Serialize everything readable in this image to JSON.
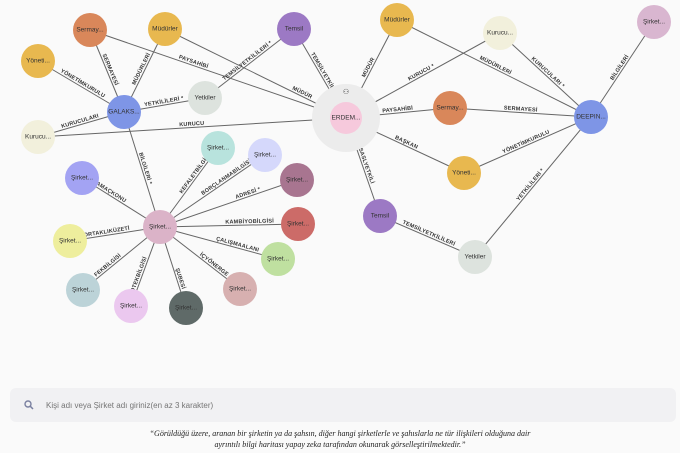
{
  "graph": {
    "nodes": [
      {
        "id": "sermaye1",
        "label": "Sermay...",
        "color": "#d9875a"
      },
      {
        "id": "mudurler1",
        "label": "Müdürler",
        "color": "#e8b84f"
      },
      {
        "id": "temsil1",
        "label": "Temsil",
        "color": "#9c79c4"
      },
      {
        "id": "yonetim1",
        "label": "Yöneti...",
        "color": "#e8b84f"
      },
      {
        "id": "galaks",
        "label": "GALAKS...",
        "color": "#7e95e6"
      },
      {
        "id": "yetkiler1",
        "label": "Yetkiler",
        "color": "#dde3de"
      },
      {
        "id": "kurucu1",
        "label": "Kurucu...",
        "color": "#f2f0dc"
      },
      {
        "id": "erdem",
        "label": "ERDEM...",
        "color": "#f6c9dc"
      },
      {
        "id": "mudurler2",
        "label": "Müdürler",
        "color": "#e8b84f"
      },
      {
        "id": "kurucu2",
        "label": "Kurucu...",
        "color": "#f2f0dc"
      },
      {
        "id": "sirket_top",
        "label": "Şirket...",
        "color": "#d9b6d0"
      },
      {
        "id": "sermaye2",
        "label": "Sermay...",
        "color": "#d9875a"
      },
      {
        "id": "deepin",
        "label": "DEEPIN...",
        "color": "#7e95e6"
      },
      {
        "id": "yonetim2",
        "label": "Yöneti...",
        "color": "#e8b84f"
      },
      {
        "id": "temsil2",
        "label": "Temsil",
        "color": "#9c79c4"
      },
      {
        "id": "yetkiler2",
        "label": "Yetkiler",
        "color": "#dde3de"
      },
      {
        "id": "sirket",
        "label": "Şirket...",
        "color": "#dbb3c8"
      },
      {
        "id": "s1",
        "label": "Şirket...",
        "color": "#b8e3dd"
      },
      {
        "id": "s2",
        "label": "Şirket...",
        "color": "#d5d8fb"
      },
      {
        "id": "s3",
        "label": "Şirket...",
        "color": "#a87590"
      },
      {
        "id": "s4",
        "label": "Şirket...",
        "color": "#cc6b68"
      },
      {
        "id": "s5",
        "label": "Şirket...",
        "color": "#bfe0a0"
      },
      {
        "id": "s6",
        "label": "Şirket...",
        "color": "#d7b0b0"
      },
      {
        "id": "s7",
        "label": "Şirket...",
        "color": "#5f6a68"
      },
      {
        "id": "s8",
        "label": "Şirket...",
        "color": "#ebc8ef"
      },
      {
        "id": "s9",
        "label": "Şirket...",
        "color": "#bcd3d8"
      },
      {
        "id": "s10",
        "label": "Şirket...",
        "color": "#eeee9d"
      },
      {
        "id": "s11",
        "label": "Şirket...",
        "color": "#a3a3f3"
      }
    ],
    "edges": [
      {
        "from": "galaks",
        "to": "sermaye1",
        "label": "SERMAYESİ"
      },
      {
        "from": "galaks",
        "to": "mudurler1",
        "label": "MÜDÜRLERİ"
      },
      {
        "from": "galaks",
        "to": "yonetim1",
        "label": "YÖNETİMKURULU"
      },
      {
        "from": "galaks",
        "to": "yetkiler1",
        "label": "YETKİLİLERİ *"
      },
      {
        "from": "galaks",
        "to": "kurucu1",
        "label": "KURUCULARI"
      },
      {
        "from": "galaks",
        "to": "sirket",
        "label": "BİLGİLERİ *"
      },
      {
        "from": "erdem",
        "to": "sermaye1",
        "label": "PAYSAHİBİ"
      },
      {
        "from": "erdem",
        "to": "mudurler1",
        "label": "MÜDÜR"
      },
      {
        "from": "yetkiler1",
        "to": "temsil1",
        "label": "TEMSİLYETKİLİLERİ *"
      },
      {
        "from": "erdem",
        "to": "temsil1",
        "label": "TEMSİLYETKİLİ"
      },
      {
        "from": "erdem",
        "to": "kurucu1",
        "label": "KURUCU"
      },
      {
        "from": "erdem",
        "to": "mudurler2",
        "label": "MÜDÜR"
      },
      {
        "from": "erdem",
        "to": "kurucu2",
        "label": "KURUCU *"
      },
      {
        "from": "erdem",
        "to": "sermaye2",
        "label": "PAYSAHİBİ"
      },
      {
        "from": "erdem",
        "to": "yonetim2",
        "label": "BAŞKAN"
      },
      {
        "from": "erdem",
        "to": "temsil2",
        "label": "SASLYETKİLİ"
      },
      {
        "from": "deepin",
        "to": "mudurler2",
        "label": "MÜDÜRLERİ"
      },
      {
        "from": "deepin",
        "to": "kurucu2",
        "label": "KURUCULARI *"
      },
      {
        "from": "deepin",
        "to": "sirket_top",
        "label": "BİLGİLERİ"
      },
      {
        "from": "deepin",
        "to": "sermaye2",
        "label": "SERMAYESİ"
      },
      {
        "from": "deepin",
        "to": "yonetim2",
        "label": "YÖNETİMKURULU"
      },
      {
        "from": "deepin",
        "to": "yetkiler2",
        "label": "YETKİLİLERİ *"
      },
      {
        "from": "temsil2",
        "to": "yetkiler2",
        "label": "TEMSİLYETKİLİLERİ"
      },
      {
        "from": "sirket",
        "to": "s1",
        "label": "KEFALETBİLGİSİ"
      },
      {
        "from": "sirket",
        "to": "s2",
        "label": "BORÇLANMABİLGİSİ"
      },
      {
        "from": "sirket",
        "to": "s3",
        "label": "ADRESİ *"
      },
      {
        "from": "sirket",
        "to": "s4",
        "label": "KAMBİYOBİLGİSİ"
      },
      {
        "from": "sirket",
        "to": "s5",
        "label": "ÇALIŞMAALANI"
      },
      {
        "from": "sirket",
        "to": "s6",
        "label": "İÇYÖNERGE"
      },
      {
        "from": "sirket",
        "to": "s7",
        "label": "ŞUBESİ"
      },
      {
        "from": "sirket",
        "to": "s8",
        "label": "İPOTEKBİLGİSİ"
      },
      {
        "from": "sirket",
        "to": "s9",
        "label": "FEKBİLGİSİ"
      },
      {
        "from": "sirket",
        "to": "s10",
        "label": "TEKORTAKLIKÜZETİ"
      },
      {
        "from": "sirket",
        "to": "s11",
        "label": "AMAÇKONU"
      }
    ]
  },
  "search": {
    "placeholder": "Kişi adı veya Şirket adı giriniz(en az 3 karakter)"
  },
  "caption": {
    "line1": "“Görüldüğü üzere, aranan bir şirketin ya da şahsın, diğer hangi şirketlerle ve şahıslarla ne tür ilişkileri olduğuna dair",
    "line2": "ayrıntılı bilgi haritası yapay zeka tarafından okunarak görselleştirilmektedir.”"
  }
}
